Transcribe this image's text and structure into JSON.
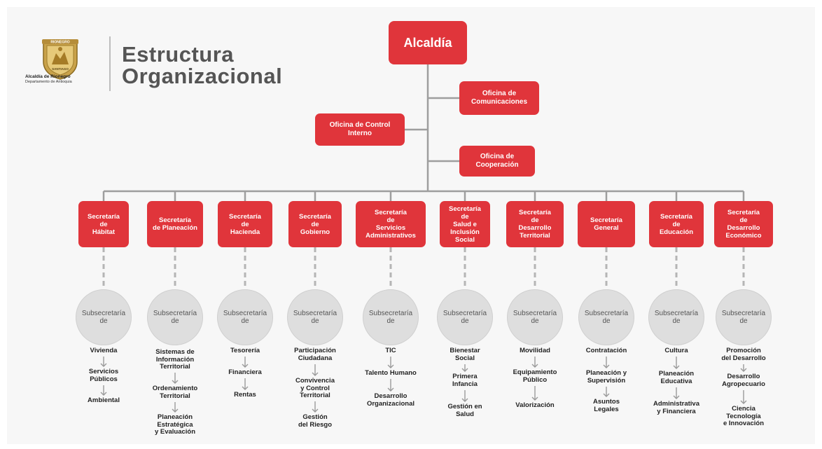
{
  "header": {
    "title_line1": "Estructura",
    "title_line2": "Organizacional",
    "logo_caption_line1": "Alcaldía de Rionegro",
    "logo_caption_line2": "Departamento de Antioquia",
    "crest_top_text": "RIONEGRO",
    "crest_bottom_text": "SANTIAGO"
  },
  "top": {
    "label": "Alcaldía"
  },
  "offices": {
    "comunicaciones": "Oficina de\nComunicaciones",
    "control": "Oficina de Control\nInterno",
    "cooperacion": "Oficina de\nCooperación"
  },
  "sub_label": {
    "line1": "Subsecretaría",
    "line2": "de"
  },
  "colors": {
    "red": "#e0353b",
    "line": "#9e9e9e",
    "dash": "#b5b5b5",
    "circle": "#dedede",
    "title": "#555555"
  },
  "secretarias": [
    {
      "label": "Secretaría\nde\nHábitat",
      "items": [
        "Vivienda",
        "Servicios\nPúblicos",
        "Ambiental"
      ]
    },
    {
      "label": "Secretaría\nde Planeación",
      "items": [
        "Sistemas de\nInformación\nTerritorial",
        "Ordenamiento\nTerritorial",
        "Planeación\nEstratégica\ny Evaluación"
      ]
    },
    {
      "label": "Secretaría\nde\nHacienda",
      "items": [
        "Tesorería",
        "Financiera",
        "Rentas"
      ]
    },
    {
      "label": "Secretaría\nde\nGobierno",
      "items": [
        "Participación\nCiudadana",
        "Convivencia\ny Control\nTerritorial",
        "Gestión\ndel Riesgo"
      ]
    },
    {
      "label": "Secretaría\nde\nServicios\nAdministrativos",
      "items": [
        "TIC",
        "Talento Humano",
        "Desarrollo\nOrganizacional"
      ]
    },
    {
      "label": "Secretaría\nde\nSalud e\nInclusión\nSocial",
      "items": [
        "Bienestar\nSocial",
        "Primera\nInfancia",
        "Gestión en\nSalud"
      ]
    },
    {
      "label": "Secretaría\nde\nDesarrollo\nTerritorial",
      "items": [
        "Movilidad",
        "Equipamiento\nPúblico",
        "Valorización"
      ]
    },
    {
      "label": "Secretaría\nGeneral",
      "items": [
        "Contratación",
        "Planeación y\nSupervisión",
        "Asuntos\nLegales"
      ]
    },
    {
      "label": "Secretaría\nde\nEducación",
      "items": [
        "Cultura",
        "Planeación\nEducativa",
        "Administrativa\ny Financiera"
      ]
    },
    {
      "label": "Secretaría\nde\nDesarrollo\nEconómico",
      "items": [
        "Promoción\ndel Desarrollo",
        "Desarrollo\nAgropecuario",
        "Ciencia\nTecnología\ne Innovación"
      ]
    }
  ]
}
